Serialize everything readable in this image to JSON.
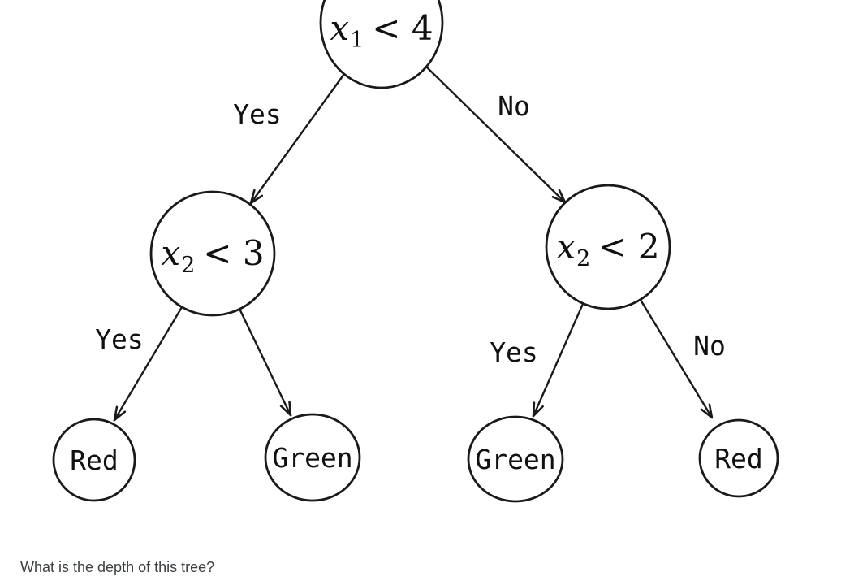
{
  "diagram": {
    "type": "decision-tree",
    "question": "What is the depth of this tree?",
    "nodes": {
      "root": {
        "label": "x1 < 4",
        "var": "x",
        "sub": "1",
        "rest": "< 4"
      },
      "mid_left": {
        "label": "x2 < 3",
        "var": "x",
        "sub": "2",
        "rest": "< 3"
      },
      "mid_right": {
        "label": "x2 < 2",
        "var": "x",
        "sub": "2",
        "rest": "< 2"
      },
      "leaf_left_left": {
        "label": "Red"
      },
      "leaf_left_right": {
        "label": "Green"
      },
      "leaf_right_left": {
        "label": "Green"
      },
      "leaf_right_right": {
        "label": "Red"
      }
    },
    "edges": {
      "root_left": {
        "label": "Yes"
      },
      "root_right": {
        "label": "No"
      },
      "left_left": {
        "label": "Yes"
      },
      "right_left": {
        "label": "Yes"
      },
      "right_right": {
        "label": "No"
      }
    },
    "colors": {
      "stroke": "#1a1a1a",
      "text": "#111111",
      "question_text": "#3c4043",
      "background": "#ffffff"
    }
  }
}
